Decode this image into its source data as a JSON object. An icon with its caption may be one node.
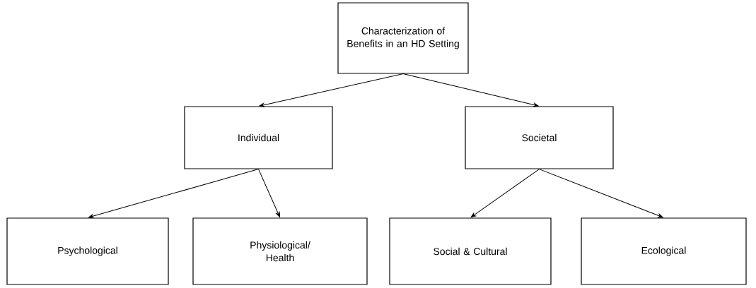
{
  "diagram": {
    "nodes": [
      {
        "text": [
          "Characterization of Benefits in an HD Setting"
        ]
      },
      {
        "text": [
          "Individual"
        ]
      },
      {
        "text": [
          "Societal"
        ]
      },
      {
        "text": [
          "Psychological"
        ]
      },
      {
        "text": [
          "Physiological/ Health"
        ]
      },
      {
        "text": [
          "Social & Cultural"
        ]
      },
      {
        "text": [
          "Ecological"
        ]
      }
    ],
    "edges": [
      {
        "from": 0,
        "to": 1,
        "arrow": "to"
      },
      {
        "from": 0,
        "to": 2,
        "arrow": "to"
      },
      {
        "from": 1,
        "to": 3,
        "arrow": "to"
      },
      {
        "from": 1,
        "to": 4,
        "arrow": "to"
      },
      {
        "from": 2,
        "to": 5,
        "arrow": "to"
      },
      {
        "from": 2,
        "to": 6,
        "arrow": "to"
      }
    ]
  }
}
